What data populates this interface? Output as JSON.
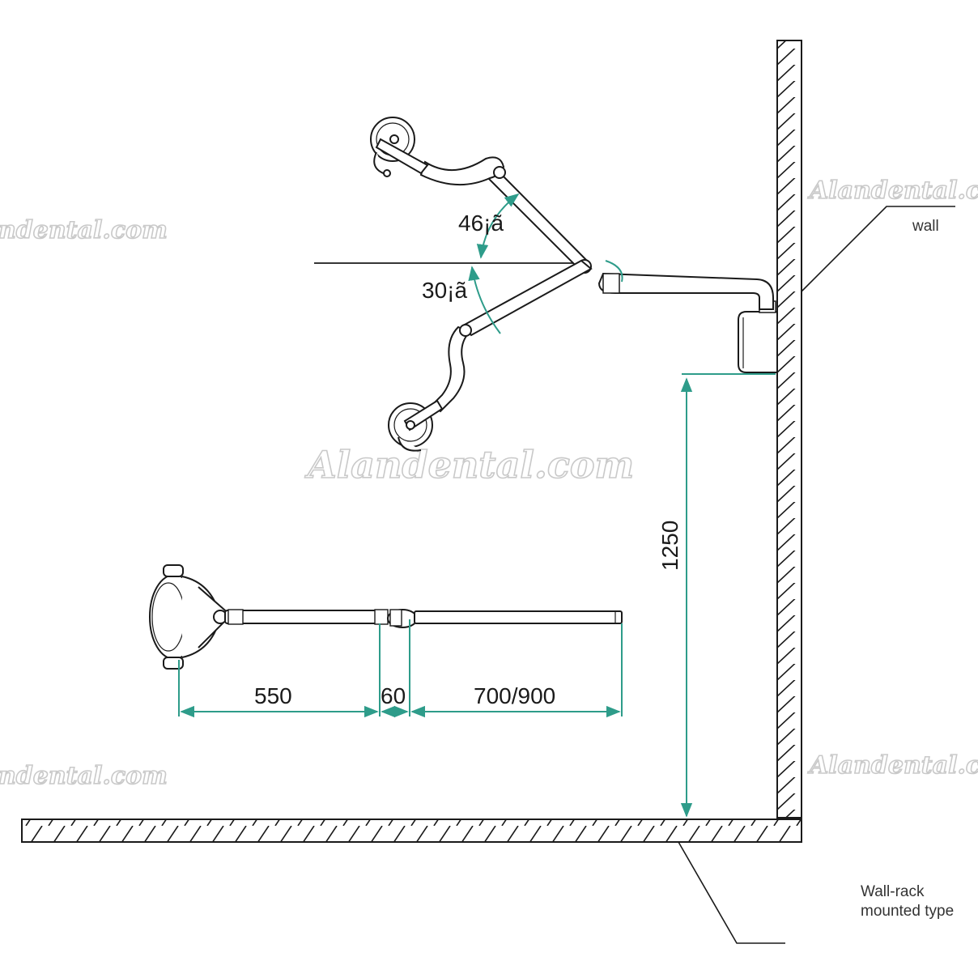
{
  "dimensions": {
    "arm_a": "550",
    "joint": "60",
    "arm_b": "700/900",
    "mount_height": "1250",
    "angle_up": "46¡ã",
    "angle_down": "30¡ã"
  },
  "labels": {
    "wall": "wall",
    "mount_type": "Wall-rack\nmounted type"
  },
  "watermarks": {
    "main": "Alandental.com",
    "left_top": "ndental.com",
    "right_top": "Alandental.co",
    "left_bottom": "ndental.com",
    "right_bottom": "Alandental.co"
  },
  "colors": {
    "dimension_line": "#2e9c8a",
    "drawing_line": "#1a1a1a",
    "hatch": "#1a1a1a"
  }
}
